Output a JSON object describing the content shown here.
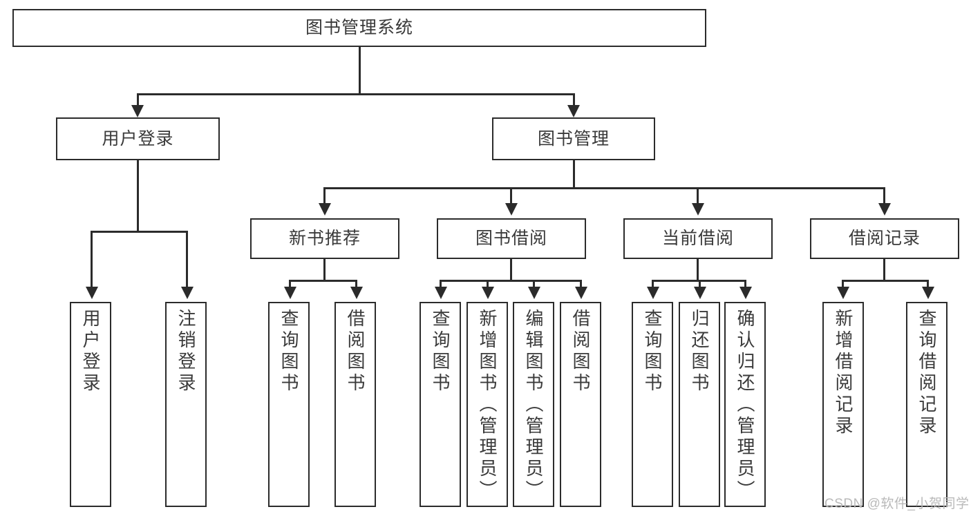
{
  "diagram": {
    "title": "图书管理系统",
    "type": "hierarchy-tree",
    "root": {
      "id": "root",
      "label": "图书管理系统"
    },
    "level2": [
      {
        "id": "user-login",
        "label": "用户登录"
      },
      {
        "id": "book-manage",
        "label": "图书管理"
      }
    ],
    "level3": [
      {
        "id": "new-book-recommend",
        "label": "新书推荐"
      },
      {
        "id": "book-borrow",
        "label": "图书借阅"
      },
      {
        "id": "current-borrow",
        "label": "当前借阅"
      },
      {
        "id": "borrow-record",
        "label": "借阅记录"
      }
    ],
    "leaves": {
      "user_login": [
        {
          "id": "leaf-user-login",
          "label": "用户登录"
        },
        {
          "id": "leaf-logout-login",
          "label": "注销登录"
        }
      ],
      "new_book_recommend": [
        {
          "id": "leaf-query-book-1",
          "label": "查询图书"
        },
        {
          "id": "leaf-borrow-book-1",
          "label": "借阅图书"
        }
      ],
      "book_borrow": [
        {
          "id": "leaf-query-book-2",
          "label": "查询图书"
        },
        {
          "id": "leaf-add-book",
          "label": "新增图书（管理员）"
        },
        {
          "id": "leaf-edit-book",
          "label": "编辑图书（管理员）"
        },
        {
          "id": "leaf-borrow-book-2",
          "label": "借阅图书"
        }
      ],
      "current_borrow": [
        {
          "id": "leaf-query-book-3",
          "label": "查询图书"
        },
        {
          "id": "leaf-return-book",
          "label": "归还图书"
        },
        {
          "id": "leaf-confirm-return",
          "label": "确认归还（管理员）"
        }
      ],
      "borrow_record": [
        {
          "id": "leaf-add-record",
          "label": "新增借阅记录"
        },
        {
          "id": "leaf-query-record",
          "label": "查询借阅记录"
        }
      ]
    }
  },
  "watermark": {
    "text": "CSDN @软件_小贺同学"
  },
  "colors": {
    "stroke": "#2b2b2b",
    "background": "#ffffff",
    "text": "#3a3a3a",
    "watermark": "#b9b9b9"
  }
}
